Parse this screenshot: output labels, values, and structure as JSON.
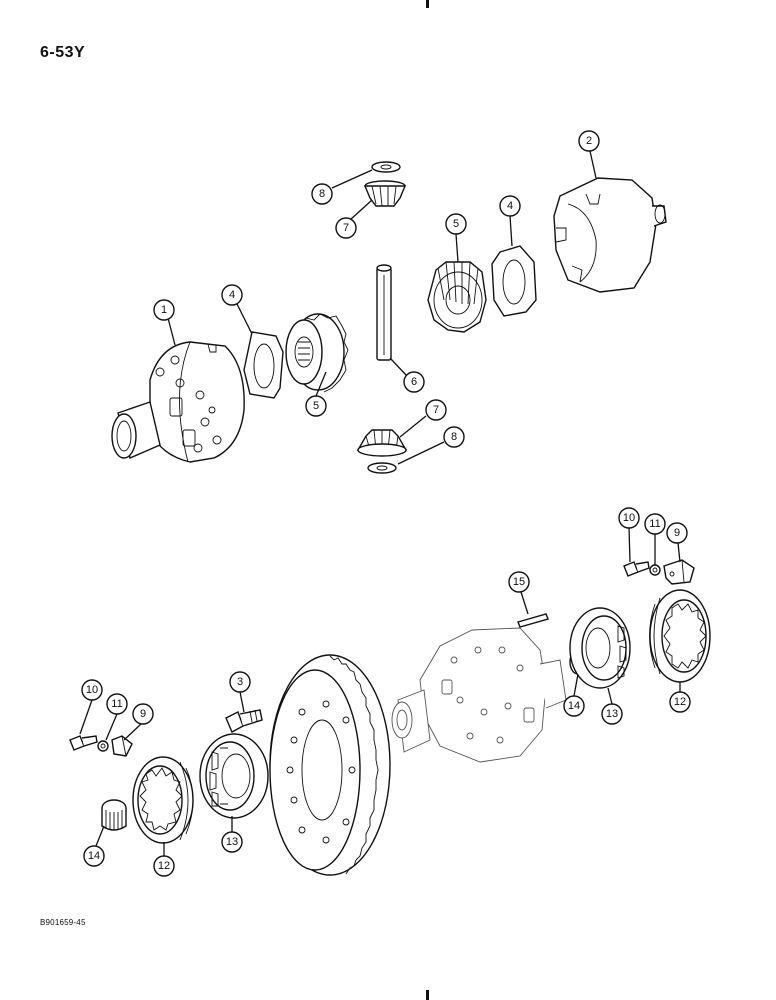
{
  "page": {
    "number": "6-53Y",
    "figure_code": "B901659-45"
  },
  "callouts": [
    {
      "label": "1"
    },
    {
      "label": "2"
    },
    {
      "label": "3"
    },
    {
      "label": "4"
    },
    {
      "label": "4"
    },
    {
      "label": "5"
    },
    {
      "label": "5"
    },
    {
      "label": "6"
    },
    {
      "label": "7"
    },
    {
      "label": "7"
    },
    {
      "label": "8"
    },
    {
      "label": "8"
    },
    {
      "label": "9"
    },
    {
      "label": "9"
    },
    {
      "label": "10"
    },
    {
      "label": "10"
    },
    {
      "label": "11"
    },
    {
      "label": "11"
    },
    {
      "label": "12"
    },
    {
      "label": "12"
    },
    {
      "label": "13"
    },
    {
      "label": "13"
    },
    {
      "label": "14"
    },
    {
      "label": "14"
    },
    {
      "label": "15"
    }
  ]
}
